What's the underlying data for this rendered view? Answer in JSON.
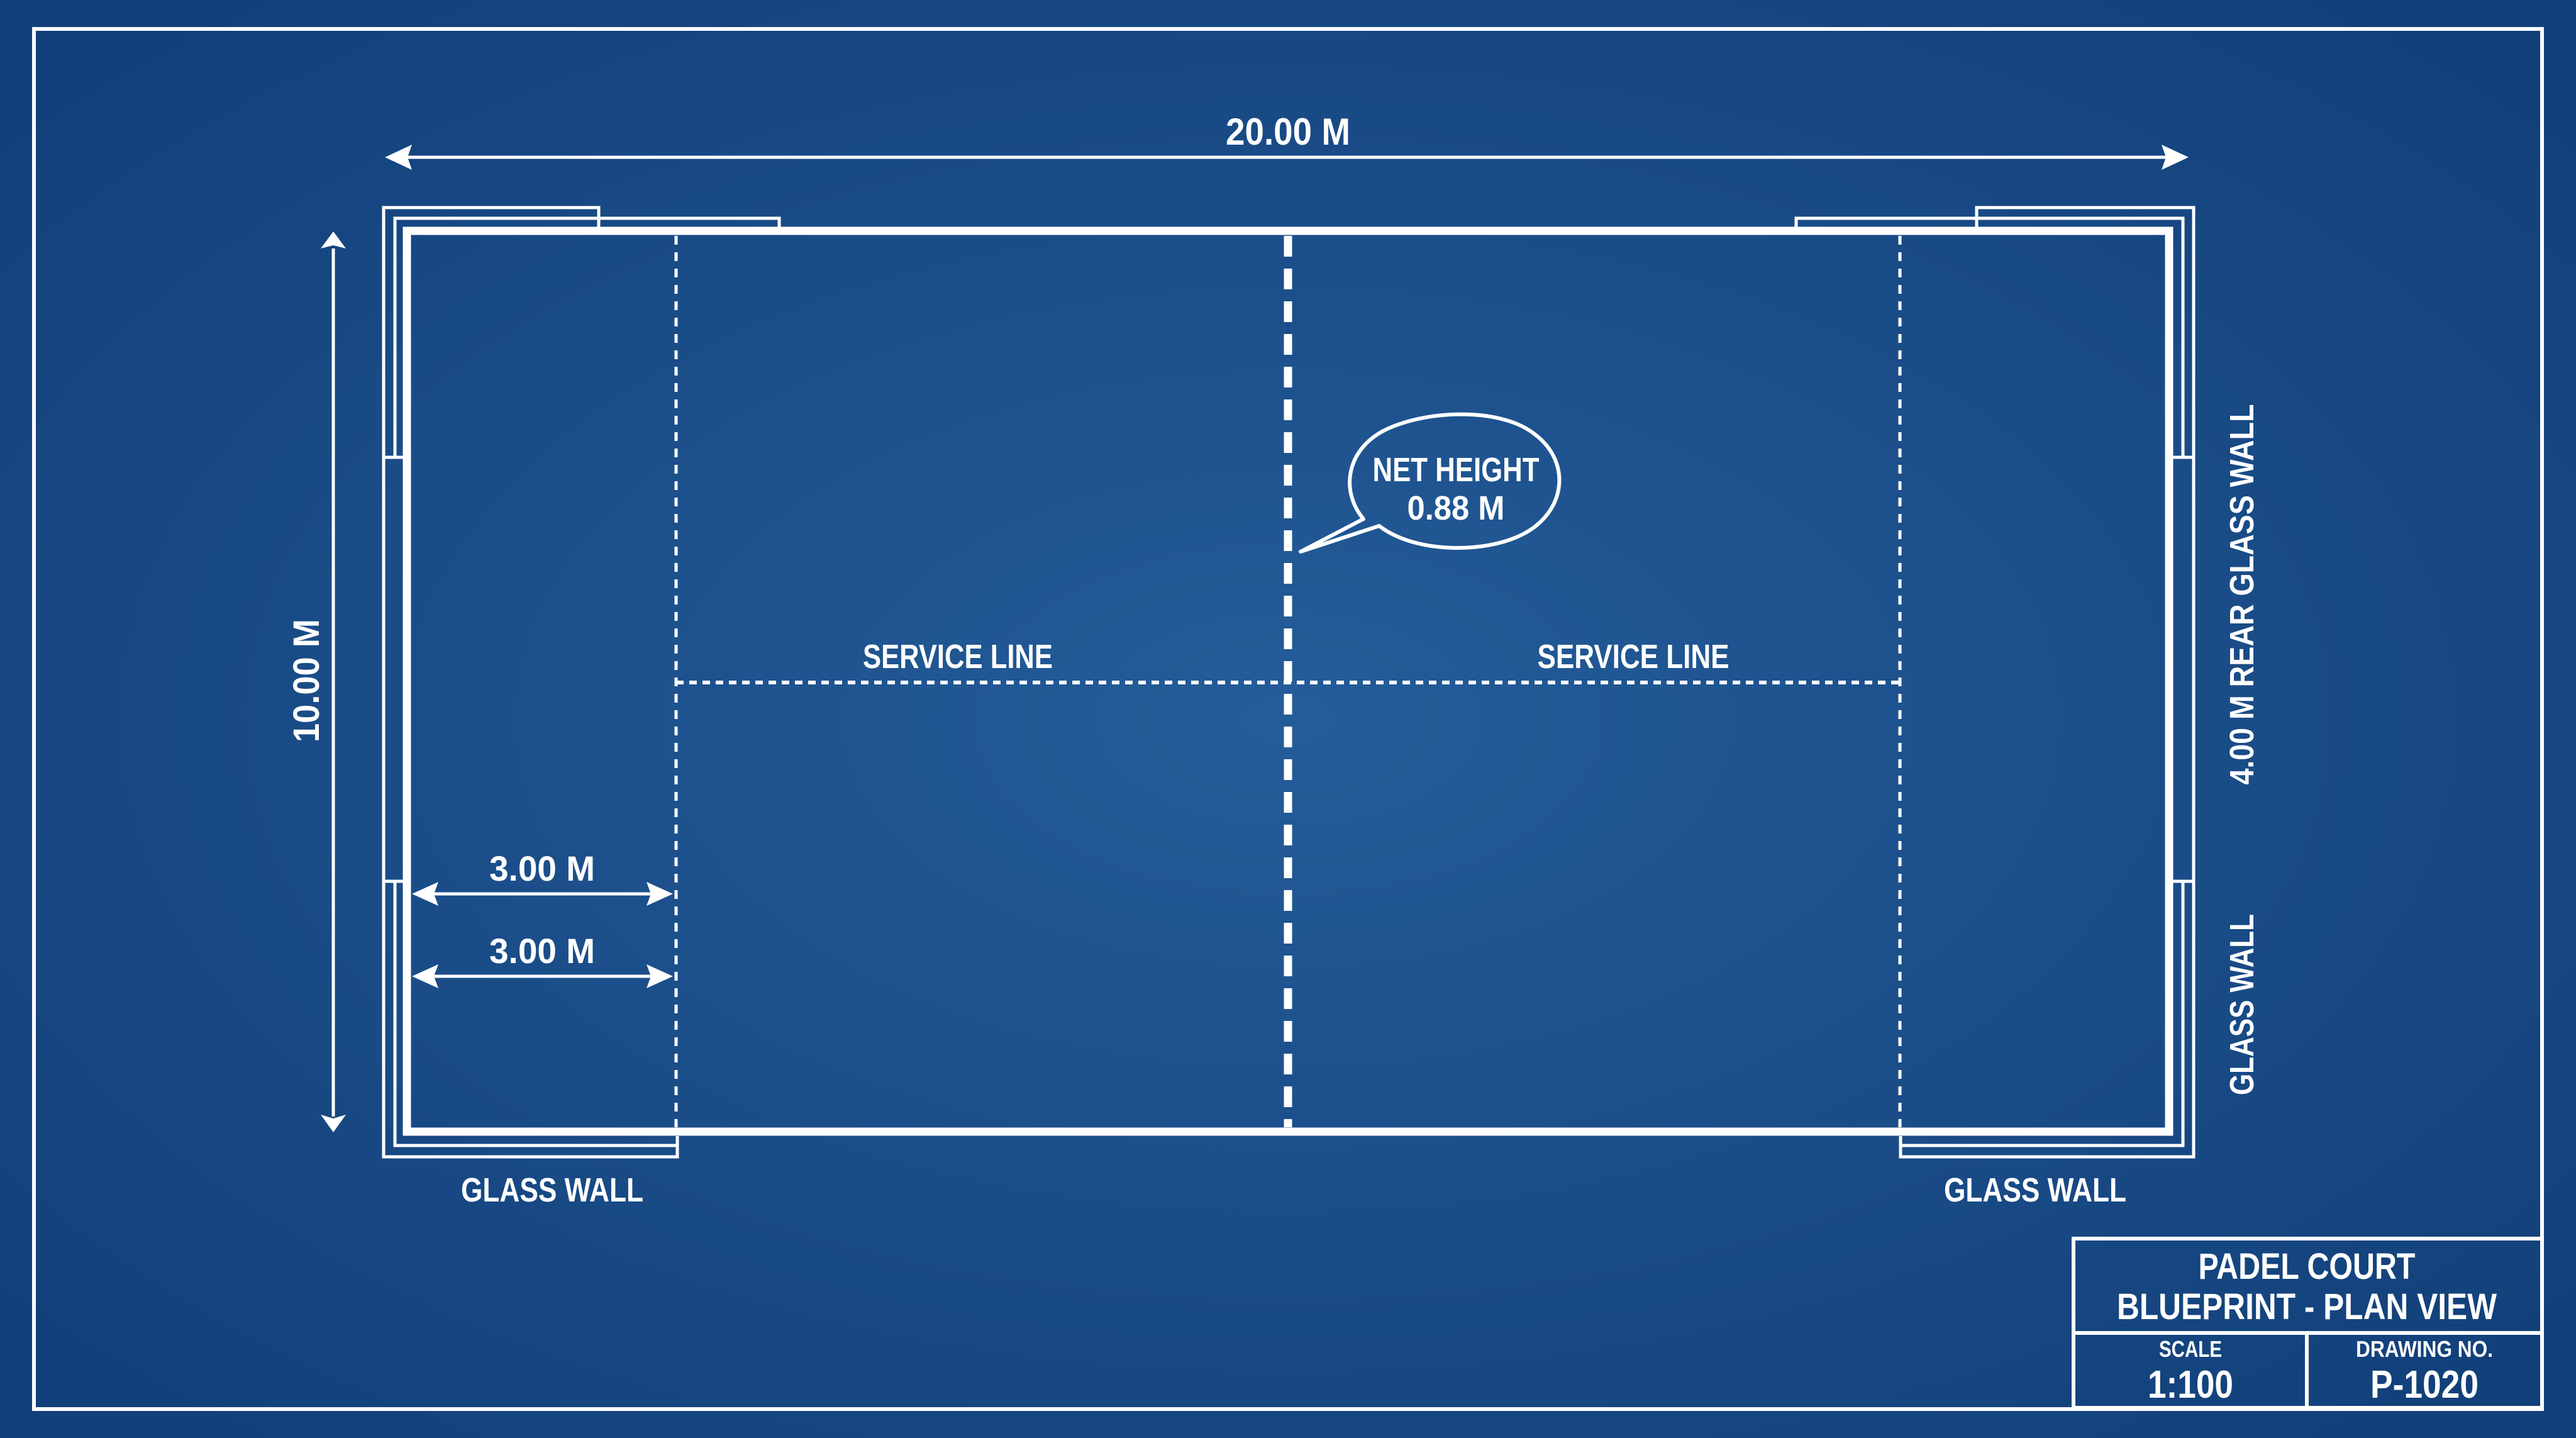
{
  "drawing": {
    "colors": {
      "background_center": "#245c99",
      "background_edge": "#12407a",
      "line": "#ffffff"
    },
    "dimensions": {
      "length": "20.00 M",
      "width": "10.00 M",
      "service_left_upper": "3.00 M",
      "service_left_lower": "3.00 M"
    },
    "net_callout": {
      "line1": "NET HEIGHT",
      "line2": "0.88 M"
    },
    "service_lines": {
      "left": "SERVICE LINE",
      "right": "SERVICE LINE"
    },
    "wall_labels": {
      "bottom_left": "GLASS WALL",
      "bottom_right": "GLASS WALL",
      "right_upper": "4.00 M REAR GLASS WALL",
      "right_lower": "GLASS WALL"
    },
    "title_block": {
      "title_line1": "PADEL COURT",
      "title_line2": "BLUEPRINT - PLAN VIEW",
      "scale_label": "SCALE",
      "scale_value": "1:100",
      "drawing_no_label": "DRAWING NO.",
      "drawing_no_value": "P-1020"
    }
  }
}
